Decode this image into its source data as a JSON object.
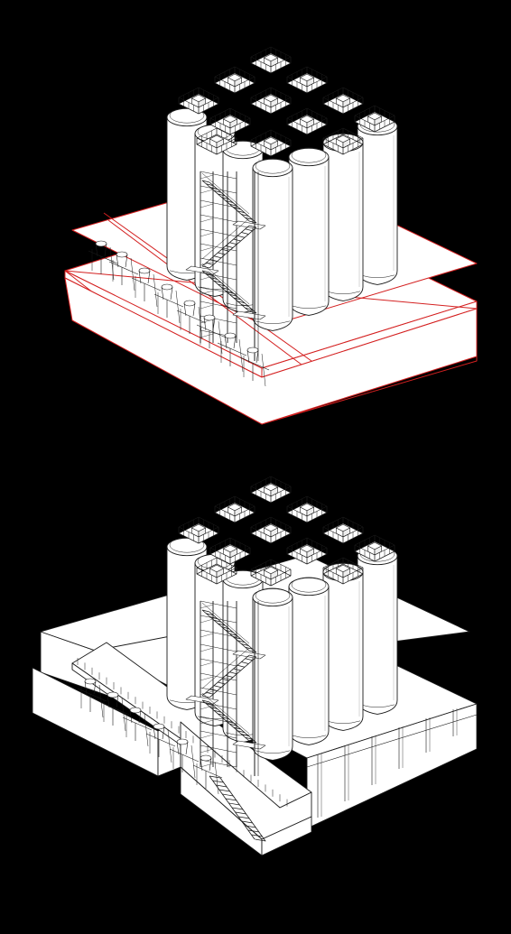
{
  "background": "#000000",
  "line_color": "#1a1a1a",
  "fill_color": "#ffffff",
  "accent_color": "#d42020",
  "views": [
    {
      "id": "top",
      "variant": "plinth-with-red-lines"
    },
    {
      "id": "bottom",
      "variant": "enclosed-building"
    }
  ]
}
